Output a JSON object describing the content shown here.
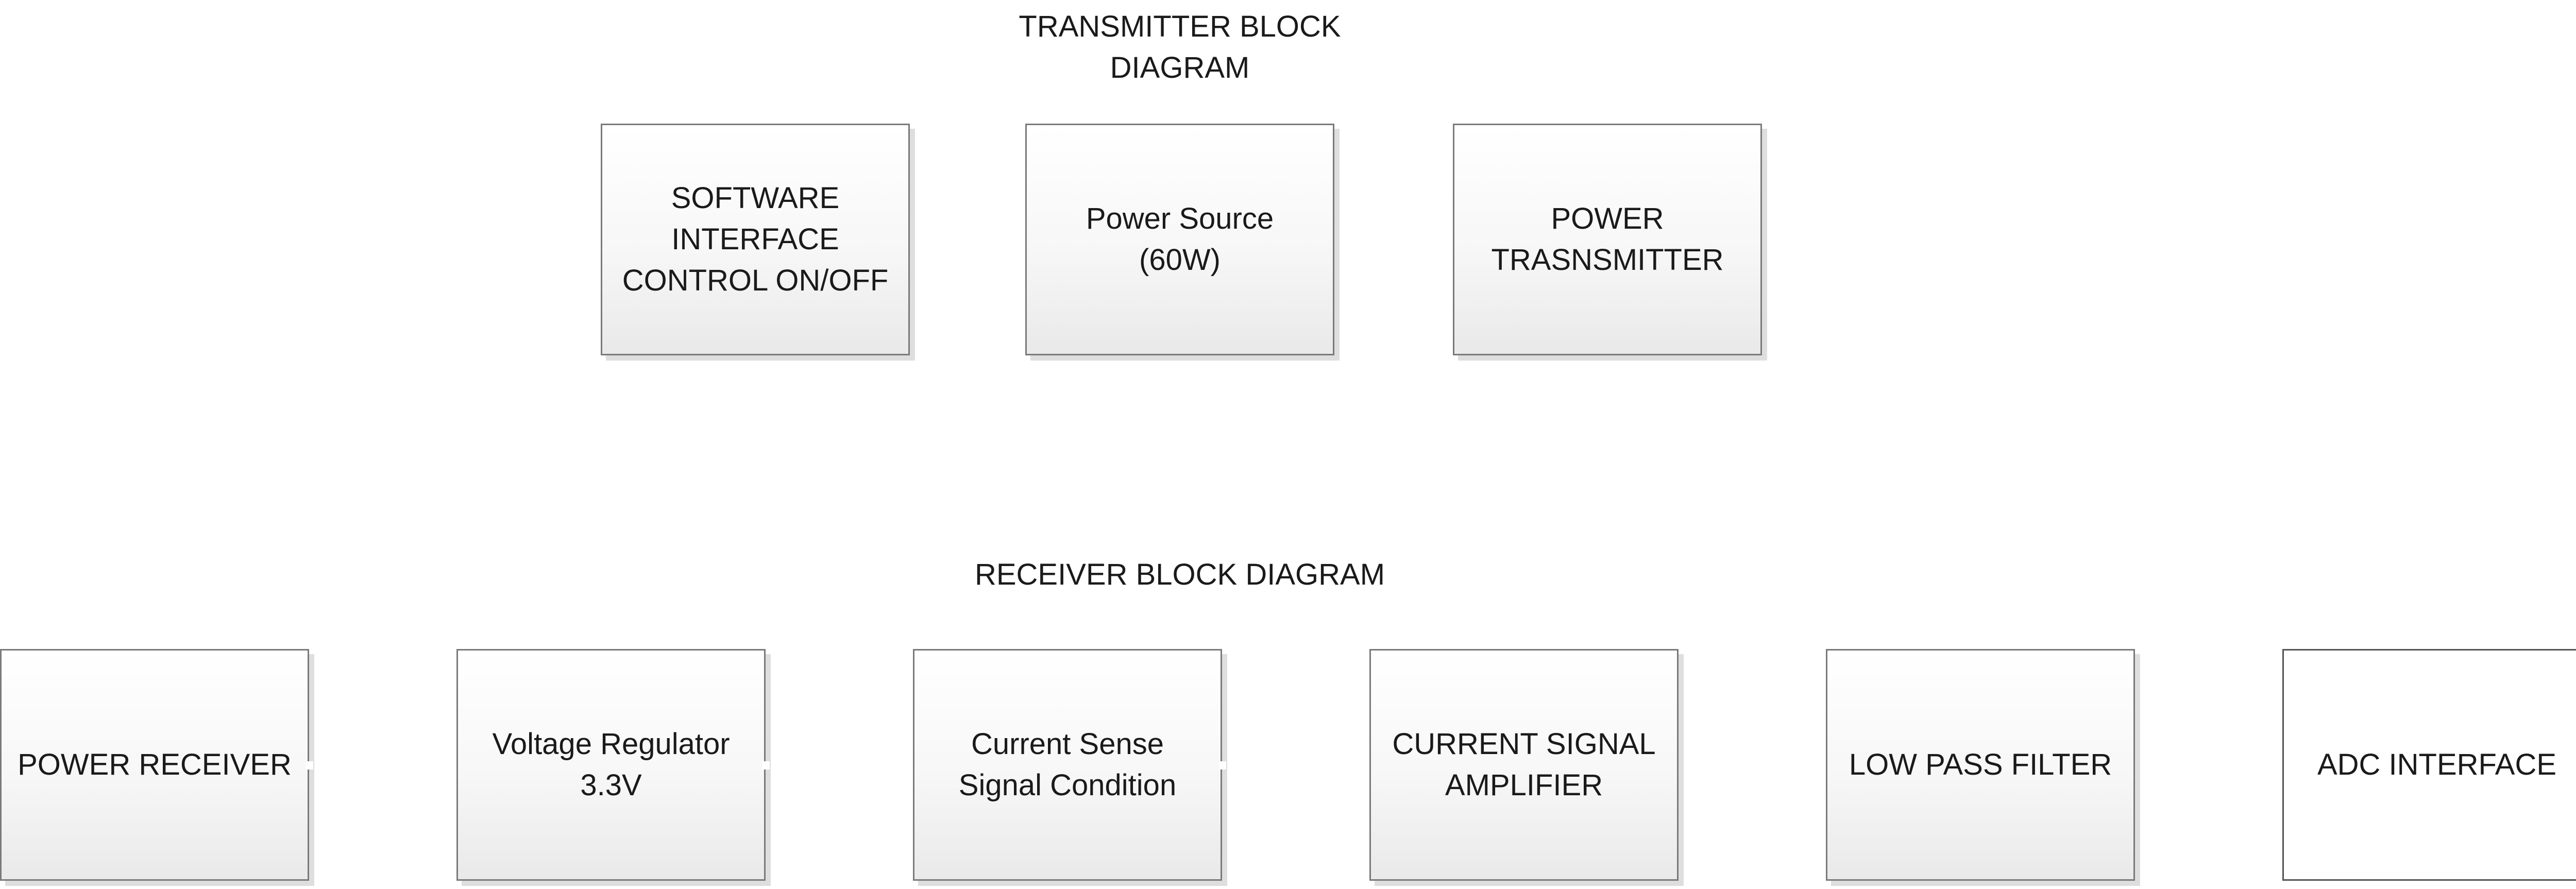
{
  "transmitter": {
    "title": "TRANSMITTER BLOCK\nDIAGRAM",
    "blocks": [
      {
        "label": "SOFTWARE\nINTERFACE\nCONTROL ON/OFF"
      },
      {
        "label": "Power Source\n(60W)"
      },
      {
        "label": "POWER\nTRASNSMITTER"
      }
    ]
  },
  "receiver": {
    "title": "RECEIVER BLOCK DIAGRAM",
    "blocks": [
      {
        "label": "POWER RECEIVER"
      },
      {
        "label": "Voltage Regulator\n3.3V"
      },
      {
        "label": "Current Sense\nSignal Condition"
      },
      {
        "label": "CURRENT SIGNAL\nAMPLIFIER"
      },
      {
        "label": "LOW PASS FILTER"
      },
      {
        "label": "ADC INTERFACE"
      }
    ]
  }
}
